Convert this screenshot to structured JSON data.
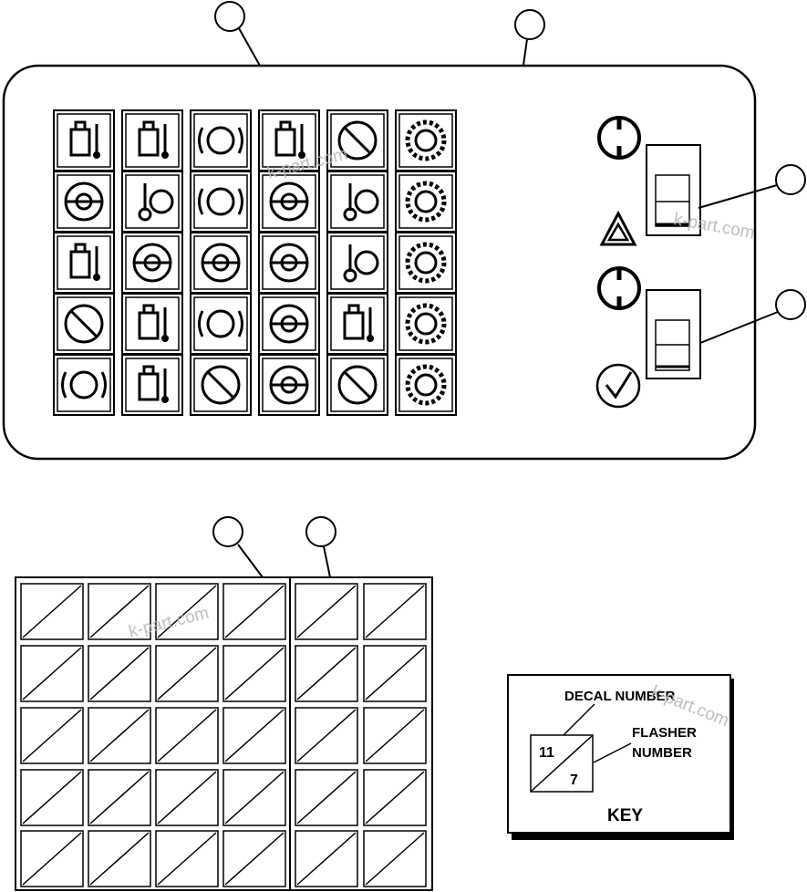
{
  "watermark": "k-part.com",
  "key": {
    "decal_label": "DECAL NUMBER",
    "flasher_label_line1": "FLASHER",
    "flasher_label_line2": "NUMBER",
    "sample_decal_number": "11",
    "sample_flasher_number": "7",
    "title": "KEY"
  },
  "panel": {
    "icon_grid": [
      [
        "fuel-water-separator-icon",
        "fuel-filter-icon",
        "parking-brake-icon",
        "air-filter-icon",
        "no-charge-icon",
        "transmission-fault-icon"
      ],
      [
        "steering-icon",
        "hydraulic-oil-icon",
        "brake-warning-icon",
        "headlight-icon",
        "engine-oil-pressure-icon",
        "transmission-temp-icon"
      ],
      [
        "hydraulic-filter-icon",
        "speed-gauge-icon",
        "ramp-icon",
        "coolant-level-icon",
        "coolant-temp-icon",
        "transmission-oil-icon"
      ],
      [
        "no-charge-circle-icon",
        "fuel-level-icon",
        "electric-brake-icon",
        "engine-heater-icon",
        "fuel-temp-icon",
        "axle-oil-icon"
      ],
      [
        "brake-pressure-icon",
        "fuel-filter-restriction-icon",
        "no-engine-icon",
        "engine-check-icon",
        "stop-icon",
        "transmission-filter-icon"
      ]
    ],
    "right_controls": [
      "power-switch-icon",
      "hazard-icon",
      "power-switch-icon",
      "check-icon"
    ]
  },
  "flasher_grid": {
    "rows": 5,
    "columns": 6
  }
}
